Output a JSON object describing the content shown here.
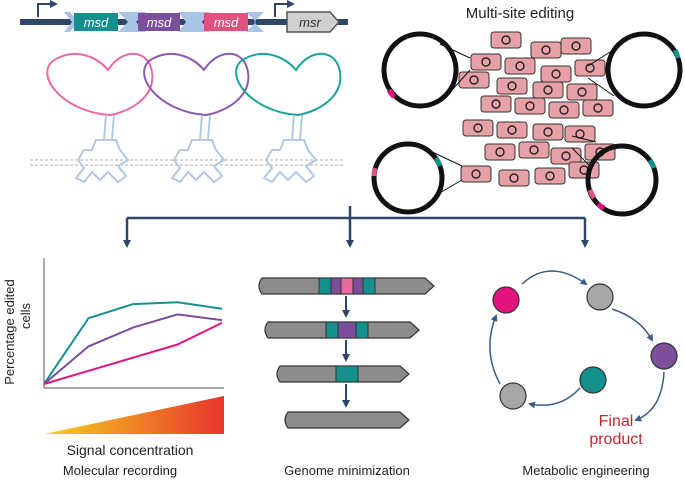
{
  "colors": {
    "teal": "#14908f",
    "purple": "#7b4f9c",
    "pink": "#e0527e",
    "magenta": "#e3127f",
    "gray": "#8c8c8c",
    "light_gray": "#b8b8b8",
    "cell_fill": "#e7a0a6",
    "navy": "#2d4669",
    "arrow_blue": "#3a5a8a",
    "final_red": "#c0282e",
    "gradient_start": "#f4d21f",
    "gradient_end": "#e8352c"
  },
  "operon": {
    "genes": [
      {
        "label": "msd",
        "color": "teal"
      },
      {
        "label": "msd",
        "color": "purple"
      },
      {
        "label": "msd",
        "color": "pink"
      },
      {
        "label": "msr",
        "color": "light_gray"
      }
    ]
  },
  "multisite": {
    "title": "Multi-site editing"
  },
  "panels": {
    "molecular_recording": {
      "caption": "Molecular recording",
      "ylabel_line1": "Percentage edited",
      "ylabel_line2": "cells",
      "xlabel": "Signal concentration"
    },
    "genome_minimization": {
      "caption": "Genome minimization"
    },
    "metabolic_engineering": {
      "caption": "Metabolic engineering",
      "final_line1": "Final",
      "final_line2": "product"
    }
  },
  "chart_data": {
    "type": "line",
    "x": [
      0,
      1,
      2,
      3,
      4
    ],
    "series": [
      {
        "color": "teal",
        "values": [
          0.0,
          0.7,
          0.85,
          0.87,
          0.8
        ]
      },
      {
        "color": "purple",
        "values": [
          0.0,
          0.4,
          0.6,
          0.74,
          0.68
        ]
      },
      {
        "color": "magenta",
        "values": [
          0.0,
          0.14,
          0.28,
          0.42,
          0.65
        ]
      }
    ],
    "xlabel": "Signal concentration",
    "ylabel": "Percentage edited cells",
    "grid": false
  }
}
